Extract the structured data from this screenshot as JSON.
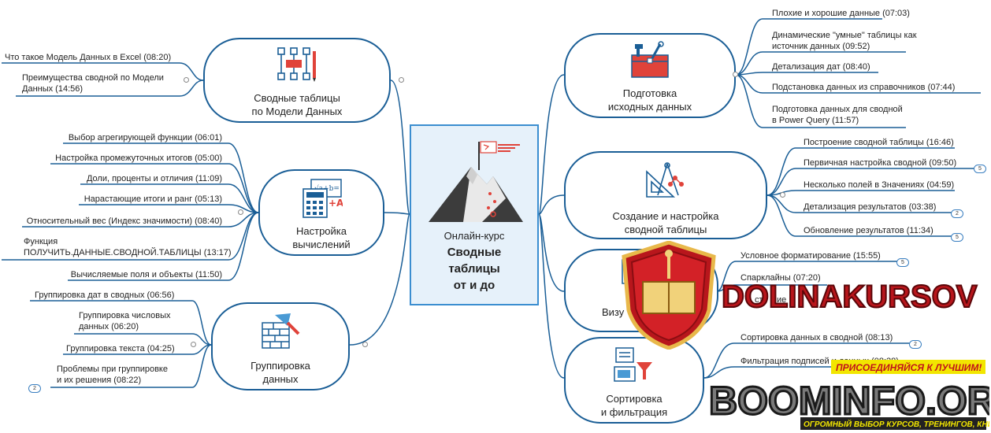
{
  "central": {
    "pre": "Онлайн-курс",
    "title": "Сводные\nтаблицы\nот и до"
  },
  "topics": {
    "pivot_model": {
      "label": "Сводные таблицы\nпо Модели Данных",
      "icon": "flowchart-pencil-icon",
      "items": [
        "Что такое Модель Данных в Excel (08:20)",
        "Преимущества сводной по Модели\nДанных (14:56)"
      ]
    },
    "calc": {
      "label": "Настройка\nвычислений",
      "icon": "calculator-icon",
      "items": [
        "Выбор агрегирующей функции (06:01)",
        "Настройка промежуточных итогов (05:00)",
        "Доли, проценты и отличия (11:09)",
        "Нарастающие итоги и ранг (05:13)",
        "Относительный вес (Индекс значимости) (08:40)",
        "Функция\nПОЛУЧИТЬ.ДАННЫЕ.СВОДНОЙ.ТАБЛИЦЫ (13:17)",
        "Вычисляемые поля и объекты (11:50)"
      ]
    },
    "grouping": {
      "label": "Группировка\nданных",
      "icon": "brick-wall-trowel-icon",
      "items": [
        "Группировка дат в сводных (06:56)",
        "Группировка числовых\nданных (06:20)",
        "Группировка текста (04:25)",
        "Проблемы при группировке\nи их решения (08:22)"
      ],
      "badge": "2"
    },
    "prep": {
      "label": "Подготовка\nисходных данных",
      "icon": "toolbox-icon",
      "items": [
        "Плохие и хорошие данные (07:03)",
        "Динамические \"умные\" таблицы как\nисточник данных (09:52)",
        "Детализация дат (08:40)",
        "Подстановка данных из справочников (07:44)",
        "Подготовка данных для сводной\nв Power Query (11:57)"
      ]
    },
    "create": {
      "label": "Создание и настройка\nсводной таблицы",
      "icon": "drafting-tools-icon",
      "items": [
        "Построение сводной таблицы (16:46)",
        "Первичная настройка сводной (09:50)",
        "Несколько полей в Значениях (04:59)",
        "Детализация результатов (03:38)",
        "Обновление результатов (11:34)"
      ],
      "badges": [
        "5",
        "2",
        "5"
      ]
    },
    "visual": {
      "label": "Визу",
      "icon": "chart-icon",
      "items": [
        "Условное форматирование (15:55)",
        "Спарклайны (07:20)",
        "ст",
        "ие"
      ],
      "badge": "5"
    },
    "sort": {
      "label": "Сортировка\nи фильтрация",
      "icon": "filter-chart-icon",
      "items": [
        "Сортировка данных в сводной (08:13)",
        "Фильтрация подписей и данных (08:28)"
      ],
      "badge": "2"
    }
  },
  "watermark": {
    "logo1": "DOLINAKURSOV",
    "slogan": "ПРИСОЕДИНЯЙСЯ К ЛУЧШИМ!",
    "logo2": "BOOMINFO.ORG",
    "tagline": "ОГРОМНЫЙ ВЫБОР КУРСОВ, ТРЕНИНГОВ, КНИГ"
  },
  "colors": {
    "line": "#1a5e96",
    "central_fill": "#e6f1fa",
    "central_border": "#3b8ed0",
    "accent_red": "#e0433a"
  }
}
